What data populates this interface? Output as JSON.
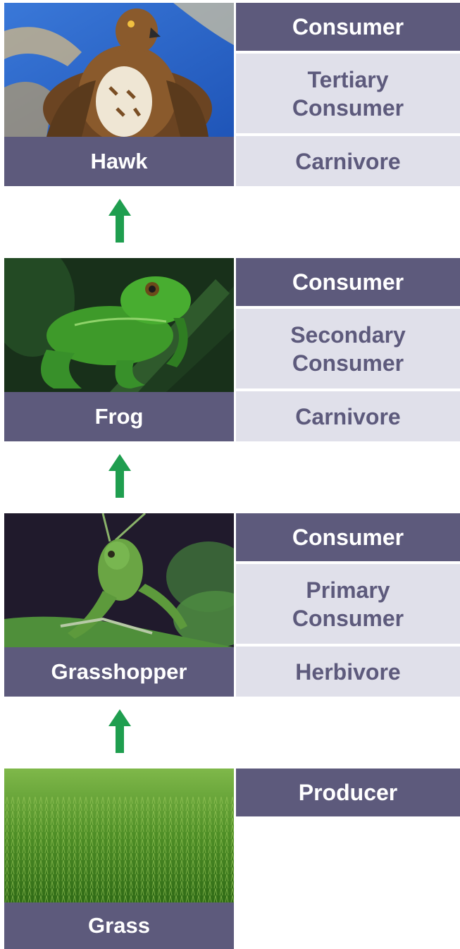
{
  "colors": {
    "bar_dark": "#5d5a7c",
    "cell_light": "#e0e0ea",
    "arrow": "#1f9e4f"
  },
  "levels": [
    {
      "organism": "Hawk",
      "photo_icon": "hawk-photo",
      "roles": [
        "Consumer",
        "Tertiary\nConsumer",
        "Carnivore"
      ]
    },
    {
      "organism": "Frog",
      "photo_icon": "frog-photo",
      "roles": [
        "Consumer",
        "Secondary\nConsumer",
        "Carnivore"
      ]
    },
    {
      "organism": "Grasshopper",
      "photo_icon": "grasshopper-photo",
      "roles": [
        "Consumer",
        "Primary\nConsumer",
        "Herbivore"
      ]
    },
    {
      "organism": "Grass",
      "photo_icon": "grass-photo",
      "roles": [
        "Producer"
      ]
    }
  ],
  "arrows": [
    "arrow-up-icon",
    "arrow-up-icon",
    "arrow-up-icon"
  ]
}
